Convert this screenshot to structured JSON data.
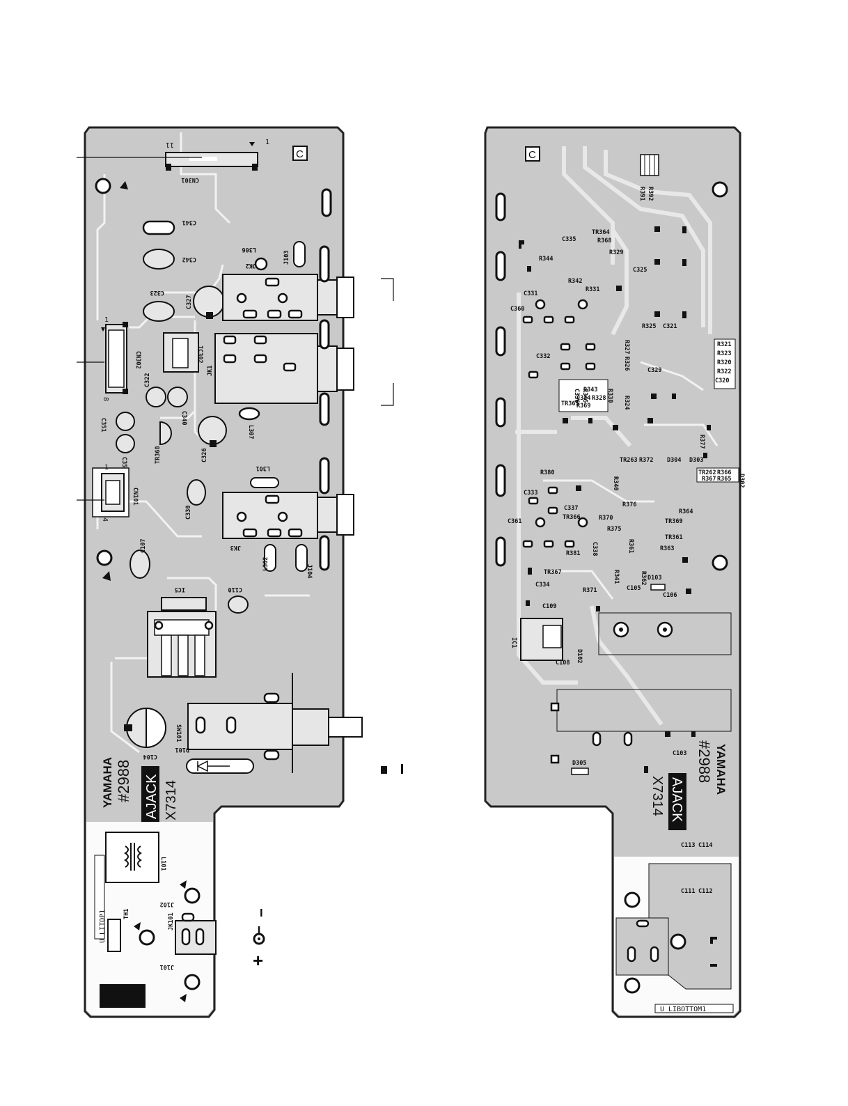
{
  "top_board": {
    "side_marker": "C",
    "brand": "YAMAHA",
    "board_no": "#2988",
    "board_name": "AJACK",
    "part_no": "X7314",
    "layer_tag": "U LITOP1",
    "labels": {
      "cn301": "CN301",
      "cn302": "CN302",
      "cn101": "CN101",
      "c341": "C341",
      "c342": "C342",
      "c323": "C323",
      "c327": "C327",
      "c322": "C322",
      "c340": "C340",
      "c351": "C351",
      "c350": "C350",
      "tr368": "TR368",
      "c326": "C326",
      "c330": "C330",
      "c107": "C107",
      "ic5": "IC5",
      "c110": "C110",
      "c104": "C104",
      "d101": "D101",
      "sw101": "SW101",
      "ic302": "IC302",
      "jk1": "JK1",
      "jk2": "JK2",
      "jk3": "JK3",
      "l306": "L306",
      "l307": "L307",
      "l301": "L301",
      "l302": "L302",
      "j103": "J103",
      "j104": "J104",
      "l101": "L101",
      "j102": "J102",
      "j101": "J101",
      "jk101": "JK101",
      "th1": "TH1",
      "pin1": "1",
      "pin11": "11",
      "pin8": "8",
      "pin4": "4"
    }
  },
  "bottom_board": {
    "side_marker": "C",
    "brand": "YAMAHA",
    "board_no": "#2988",
    "board_name": "AJACK",
    "part_no": "X7314",
    "layer_tag": "U LIBOTTOM1",
    "labels": {
      "r392": "R392",
      "r391": "R391",
      "c335": "C335",
      "tr364": "TR364",
      "r368": "R368",
      "r329": "R329",
      "r344": "R344",
      "r342": "R342",
      "c325": "C325",
      "r331": "R331",
      "c331": "C331",
      "c360": "C360",
      "r325": "R325",
      "c321": "C321",
      "r327": "R327",
      "r326": "R326",
      "c332": "C332",
      "c329": "C329",
      "r321": "R321",
      "r323": "R323",
      "r320": "R320",
      "r322": "R322",
      "c320": "C320",
      "c336": "C336",
      "r345": "R345",
      "r343": "R343",
      "r330": "R330",
      "c324": "C324",
      "r328": "R328",
      "tr365": "TR365",
      "r369": "R369",
      "r324": "R324",
      "r377": "R377",
      "tr263": "TR263",
      "r372": "R372",
      "d304": "D304",
      "d303": "D303",
      "tr262": "TR262",
      "r366": "R366",
      "r367": "R367",
      "r365": "R365",
      "d302": "D302",
      "r380": "R380",
      "r340": "R340",
      "c333": "C333",
      "c337": "C337",
      "r376": "R376",
      "r364": "R364",
      "tr366": "TR366",
      "r370": "R370",
      "tr369": "TR369",
      "c361": "C361",
      "r375": "R375",
      "r361": "R361",
      "tr361": "TR361",
      "c338": "C338",
      "r363": "R363",
      "r381": "R381",
      "r362": "R362",
      "d103": "D103",
      "tr367": "TR367",
      "r341": "R341",
      "c334": "C334",
      "r371": "R371",
      "c105": "C105",
      "c106": "C106",
      "c109": "C109",
      "ic1": "IC1",
      "d102": "D102",
      "c108": "C108",
      "c103": "C103",
      "d305": "D305",
      "c113": "C113",
      "c114": "C114",
      "c111": "C111",
      "c112": "C112"
    }
  },
  "polarity": {
    "minus": "−",
    "plus": "+"
  },
  "colors": {
    "board": "#c9c9c9",
    "outline": "#222222",
    "pad": "#ffffff"
  }
}
